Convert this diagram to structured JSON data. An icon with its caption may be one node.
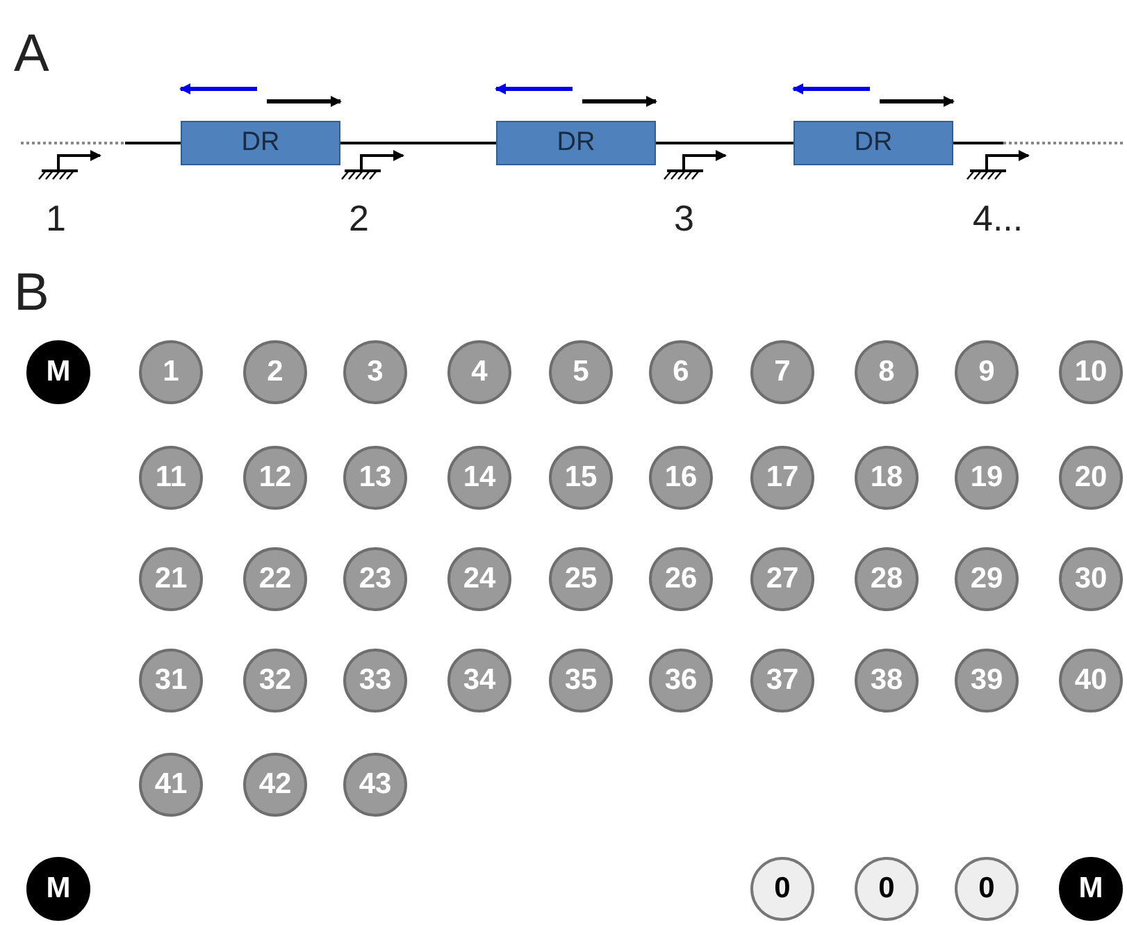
{
  "diagram": {
    "nodes": [
      {
        "text": [
          "DR"
        ]
      },
      {
        "text": [
          "DR"
        ]
      },
      {
        "text": [
          "DR"
        ]
      },
      {
        "text": [
          "M"
        ]
      },
      {
        "text": [
          "1"
        ]
      },
      {
        "text": [
          "2"
        ]
      },
      {
        "text": [
          "3"
        ]
      },
      {
        "text": [
          "4"
        ]
      },
      {
        "text": [
          "5"
        ]
      },
      {
        "text": [
          "6"
        ]
      },
      {
        "text": [
          "7"
        ]
      },
      {
        "text": [
          "8"
        ]
      },
      {
        "text": [
          "9"
        ]
      },
      {
        "text": [
          "10"
        ]
      },
      {
        "text": [
          "11"
        ]
      },
      {
        "text": [
          "12"
        ]
      },
      {
        "text": [
          "13"
        ]
      },
      {
        "text": [
          "14"
        ]
      },
      {
        "text": [
          "15"
        ]
      },
      {
        "text": [
          "16"
        ]
      },
      {
        "text": [
          "17"
        ]
      },
      {
        "text": [
          "18"
        ]
      },
      {
        "text": [
          "19"
        ]
      },
      {
        "text": [
          "20"
        ]
      },
      {
        "text": [
          "21"
        ]
      },
      {
        "text": [
          "22"
        ]
      },
      {
        "text": [
          "23"
        ]
      },
      {
        "text": [
          "24"
        ]
      },
      {
        "text": [
          "25"
        ]
      },
      {
        "text": [
          "26"
        ]
      },
      {
        "text": [
          "27"
        ]
      },
      {
        "text": [
          "28"
        ]
      },
      {
        "text": [
          "29"
        ]
      },
      {
        "text": [
          "30"
        ]
      },
      {
        "text": [
          "31"
        ]
      },
      {
        "text": [
          "32"
        ]
      },
      {
        "text": [
          "33"
        ]
      },
      {
        "text": [
          "34"
        ]
      },
      {
        "text": [
          "35"
        ]
      },
      {
        "text": [
          "36"
        ]
      },
      {
        "text": [
          "37"
        ]
      },
      {
        "text": [
          "38"
        ]
      },
      {
        "text": [
          "39"
        ]
      },
      {
        "text": [
          "40"
        ]
      },
      {
        "text": [
          "41"
        ]
      },
      {
        "text": [
          "42"
        ]
      },
      {
        "text": [
          "43"
        ]
      },
      {
        "text": [
          "M"
        ]
      },
      {
        "text": [
          "0"
        ]
      },
      {
        "text": [
          "0"
        ]
      },
      {
        "text": [
          "0"
        ]
      },
      {
        "text": [
          "M"
        ]
      }
    ],
    "labels": [
      "A",
      "1",
      "2",
      "3",
      "4...",
      "B"
    ]
  }
}
